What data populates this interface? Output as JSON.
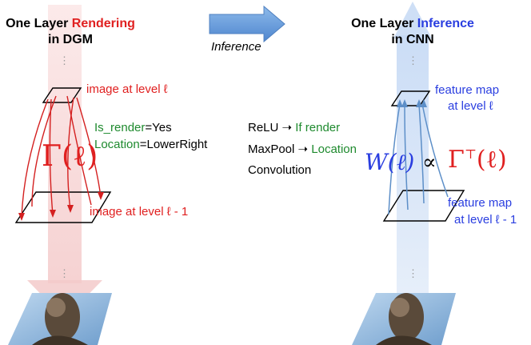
{
  "left_panel": {
    "title_prefix": "One Layer ",
    "title_highlight": "Rendering",
    "title_line2": "in DGM",
    "top_label": "image at level ℓ",
    "bottom_label": "image at level ℓ - 1",
    "gamma_symbol": "Γ(ℓ)",
    "attr1_key": "Is_render",
    "attr1_val": "=Yes",
    "attr2_key": "Location",
    "attr2_val": "=LowerRight",
    "dots_top": "⋮",
    "dots_bottom": "⋮"
  },
  "center_panel": {
    "arrow_label": "Inference",
    "relu_key": "ReLU",
    "relu_val": "If render",
    "maxpool_key": "MaxPool",
    "maxpool_val": "Location",
    "conv": "Convolution"
  },
  "right_panel": {
    "title_prefix": "One Layer ",
    "title_highlight": "Inference",
    "title_line2": "in CNN",
    "top_label_1": "feature map",
    "top_label_2": "at level ℓ",
    "bottom_label_1": "feature map",
    "bottom_label_2": "at level ℓ - 1",
    "weight_symbol": "W(ℓ)",
    "propto": "∝",
    "gamma_T": "Γ",
    "gamma_sup": "⊤",
    "gamma_arg": "(ℓ)",
    "dots_top": "⋮",
    "dots_bottom": "⋮"
  },
  "colors": {
    "render_red": "#e02020",
    "inference_blue": "#2a3ee0",
    "green_text": "#1e8a2e",
    "down_arrow_fill": "#f6d4d4",
    "up_arrow_fill": "#d5e3f7",
    "center_arrow_fill": "#6ca0dc"
  }
}
